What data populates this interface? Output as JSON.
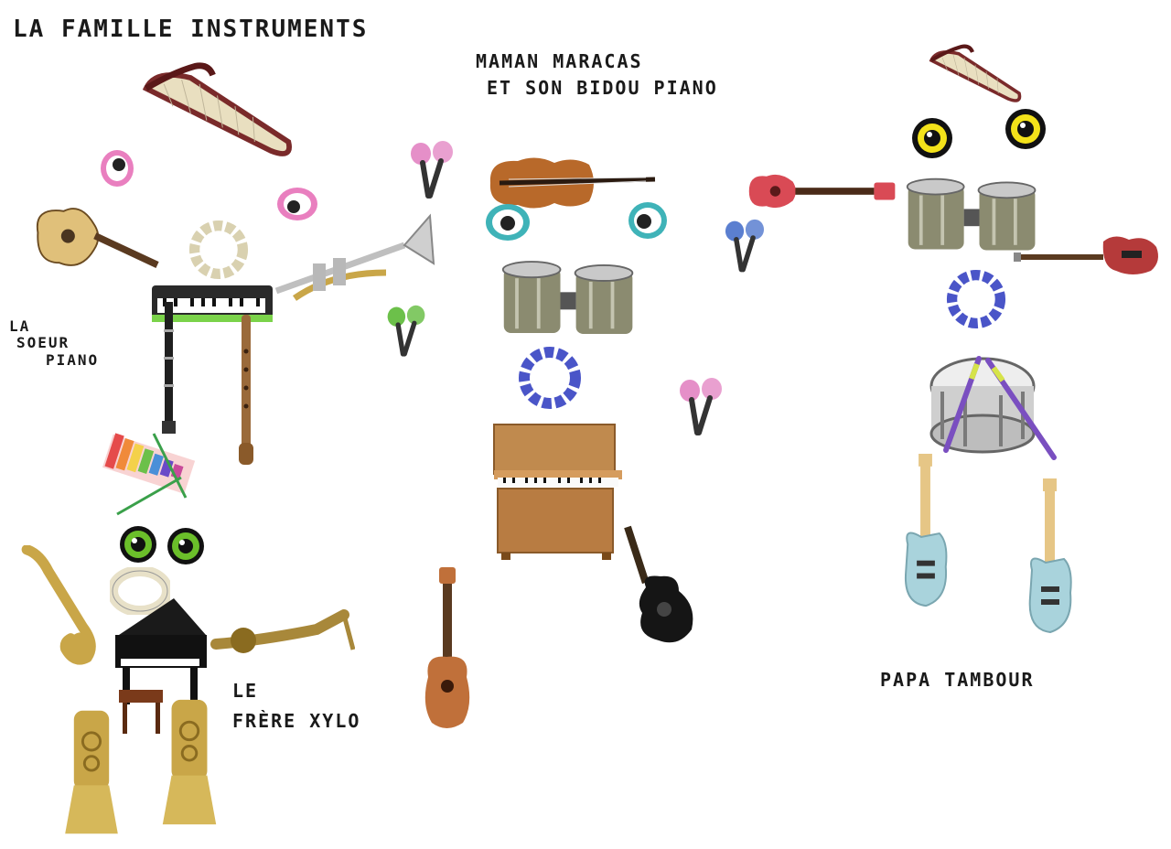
{
  "labels": {
    "title": "LA FAMILLE INSTRUMENTS",
    "maman_line1": "MAMAN MARACAS",
    "maman_line2": "ET SON BIDOU PIANO",
    "soeur_line1": "LA",
    "soeur_line2": "SOEUR",
    "soeur_line3": "PIANO",
    "frere_line1": "LE",
    "frere_line2": "FRÈRE XYLO",
    "papa": "PAPA TAMBOUR"
  },
  "colors": {
    "harp": "#7a2a2a",
    "wood": "#c98b4a",
    "brass": "#c9a648",
    "maraca_pink": "#e58fc8",
    "maraca_green": "#6cc04a",
    "maraca_blue": "#5b7fd0",
    "bongo": "#8b8b70",
    "tambourine_blue": "#4a55c8",
    "eye_yellow": "#f3e21a",
    "eye_green": "#6bbf2a",
    "eye_teal": "#3fb3b8",
    "eye_pink": "#e97fbf",
    "ukulele_red": "#d94a55",
    "guitar_blue": "#a9d3dc",
    "drumstick": "#7a4fc0"
  }
}
